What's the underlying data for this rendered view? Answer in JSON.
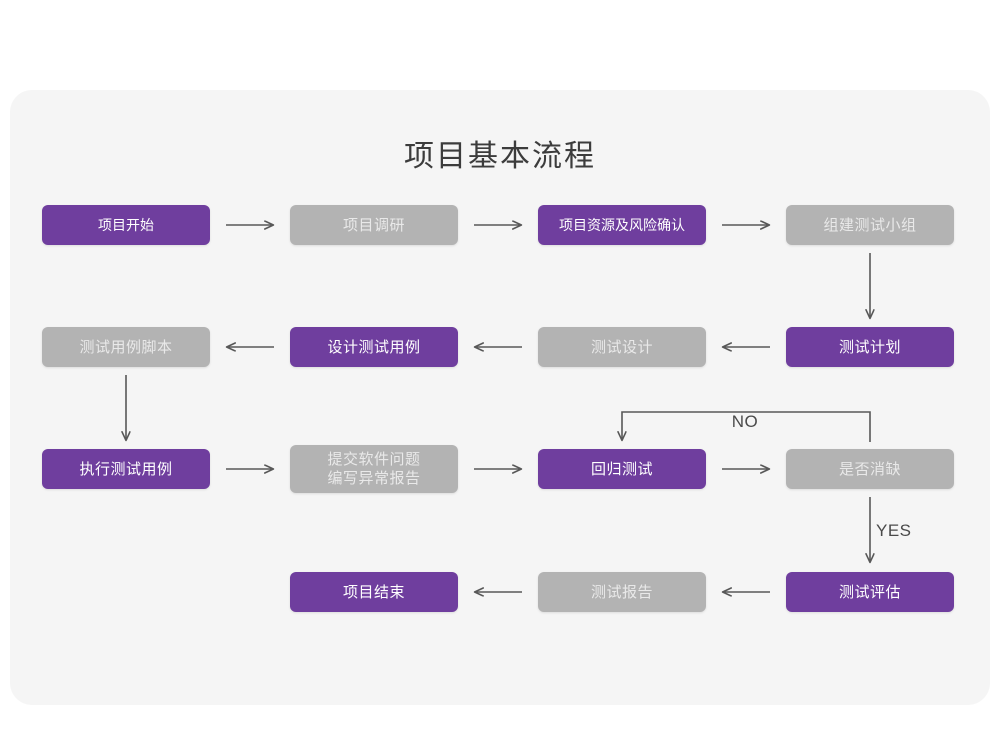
{
  "diagram": {
    "title": "项目基本流程",
    "colors": {
      "purple": "#6f3e9e",
      "gray": "#b3b3b3",
      "panel": "#f5f5f5",
      "page": "#ffffff",
      "arrow": "#585858",
      "title_text": "#3c3c3c"
    },
    "nodes": [
      {
        "id": "n1",
        "label": "项目开始",
        "style": "purple",
        "row": 1,
        "col": 1
      },
      {
        "id": "n2",
        "label": "项目调研",
        "style": "gray",
        "row": 1,
        "col": 2
      },
      {
        "id": "n3",
        "label": "项目资源及风险确认",
        "style": "purple",
        "row": 1,
        "col": 3
      },
      {
        "id": "n4",
        "label": "组建测试小组",
        "style": "gray",
        "row": 1,
        "col": 4
      },
      {
        "id": "n5",
        "label": "测试计划",
        "style": "purple",
        "row": 2,
        "col": 4
      },
      {
        "id": "n6",
        "label": "测试设计",
        "style": "gray",
        "row": 2,
        "col": 3
      },
      {
        "id": "n7",
        "label": "设计测试用例",
        "style": "purple",
        "row": 2,
        "col": 2
      },
      {
        "id": "n8",
        "label": "测试用例脚本",
        "style": "gray",
        "row": 2,
        "col": 1
      },
      {
        "id": "n9",
        "label": "执行测试用例",
        "style": "purple",
        "row": 3,
        "col": 1
      },
      {
        "id": "n10",
        "label": "提交软件问题\n编写异常报告",
        "style": "gray",
        "row": 3,
        "col": 2
      },
      {
        "id": "n11",
        "label": "回归测试",
        "style": "purple",
        "row": 3,
        "col": 3
      },
      {
        "id": "n12",
        "label": "是否消缺",
        "style": "gray",
        "row": 3,
        "col": 4
      },
      {
        "id": "n13",
        "label": "测试评估",
        "style": "purple",
        "row": 4,
        "col": 4
      },
      {
        "id": "n14",
        "label": "测试报告",
        "style": "gray",
        "row": 4,
        "col": 3
      },
      {
        "id": "n15",
        "label": "项目结束",
        "style": "purple",
        "row": 4,
        "col": 2
      }
    ],
    "edge_labels": {
      "no": "NO",
      "yes": "YES"
    },
    "edges": [
      {
        "from": "n1",
        "to": "n2",
        "dir": "right"
      },
      {
        "from": "n2",
        "to": "n3",
        "dir": "right"
      },
      {
        "from": "n3",
        "to": "n4",
        "dir": "right"
      },
      {
        "from": "n4",
        "to": "n5",
        "dir": "down"
      },
      {
        "from": "n5",
        "to": "n6",
        "dir": "left"
      },
      {
        "from": "n6",
        "to": "n7",
        "dir": "left"
      },
      {
        "from": "n7",
        "to": "n8",
        "dir": "left"
      },
      {
        "from": "n8",
        "to": "n9",
        "dir": "down"
      },
      {
        "from": "n9",
        "to": "n10",
        "dir": "right"
      },
      {
        "from": "n10",
        "to": "n11",
        "dir": "right"
      },
      {
        "from": "n11",
        "to": "n12",
        "dir": "right"
      },
      {
        "from": "n12",
        "to": "n11",
        "dir": "loop-up",
        "label": "NO"
      },
      {
        "from": "n12",
        "to": "n13",
        "dir": "down",
        "label": "YES"
      },
      {
        "from": "n13",
        "to": "n14",
        "dir": "left"
      },
      {
        "from": "n14",
        "to": "n15",
        "dir": "left"
      }
    ]
  }
}
